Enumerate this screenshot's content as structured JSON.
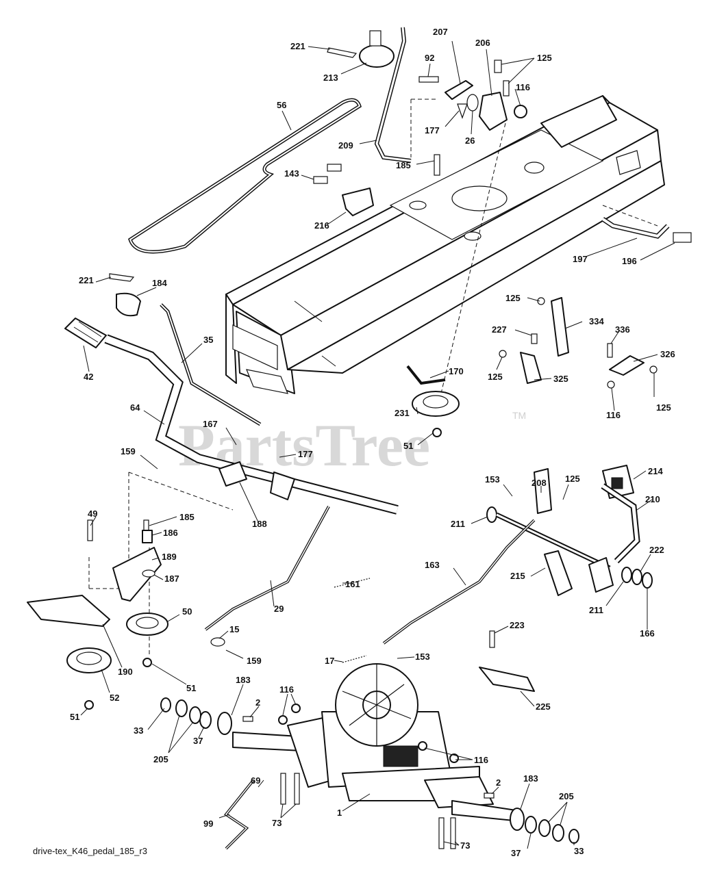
{
  "watermark": {
    "text": "PartsTree",
    "tm": "TM"
  },
  "caption": "drive-tex_K46_pedal_185_r3",
  "labels": [
    "221",
    "213",
    "207",
    "206",
    "125",
    "92",
    "116",
    "56",
    "177",
    "26",
    "209",
    "185",
    "143",
    "216",
    "197",
    "196",
    "221",
    "184",
    "35",
    "42",
    "125",
    "334",
    "227",
    "336",
    "326",
    "125",
    "325",
    "170",
    "231",
    "51",
    "125",
    "116",
    "64",
    "167",
    "177",
    "159",
    "49",
    "185",
    "186",
    "188",
    "189",
    "187",
    "50",
    "190",
    "51",
    "52",
    "51",
    "15",
    "159",
    "29",
    "161",
    "163",
    "153",
    "208",
    "125",
    "214",
    "210",
    "211",
    "215",
    "222",
    "211",
    "166",
    "223",
    "17",
    "153",
    "225",
    "183",
    "2",
    "116",
    "33",
    "205",
    "37",
    "116",
    "2",
    "183",
    "205",
    "69",
    "73",
    "99",
    "1",
    "73",
    "37",
    "33"
  ]
}
